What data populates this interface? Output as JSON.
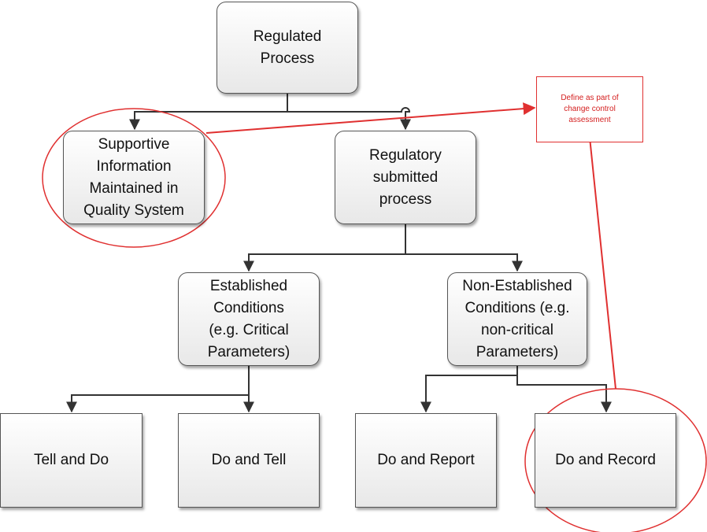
{
  "nodes": {
    "regulated_process": "Regulated\nProcess",
    "supportive_info": "Supportive\nInformation\nMaintained in\nQuality System",
    "regulatory_submitted": "Regulatory\nsubmitted\nprocess",
    "established_conditions": "Established\nConditions\n(e.g. Critical\nParameters)",
    "non_established_conditions": "Non-Established\nConditions (e.g.\nnon-critical\nParameters)",
    "tell_and_do": "Tell and Do",
    "do_and_tell": "Do and Tell",
    "do_and_report": "Do and Report",
    "do_and_record": "Do and Record"
  },
  "annotation": {
    "note": "Define as part of\nchange control\nassessment",
    "color": "#e03030"
  },
  "colors": {
    "connector": "#333333",
    "node_border": "#555555",
    "highlight": "#e03030"
  }
}
